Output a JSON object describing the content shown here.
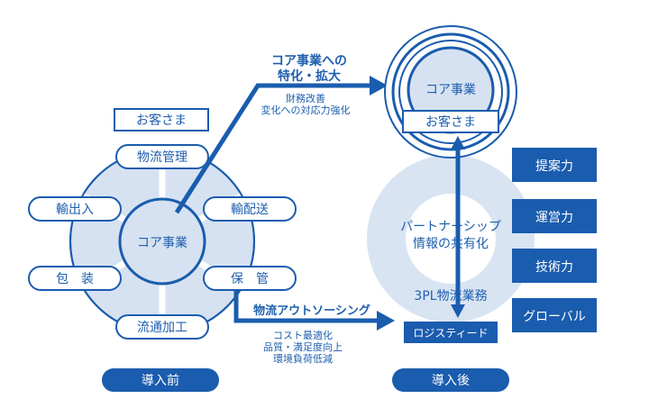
{
  "colors": {
    "primary": "#1a5cae",
    "light_fill": "#d6e2f1",
    "ring_fill": "#d9e4f2",
    "white": "#ffffff"
  },
  "before": {
    "label": "導入前",
    "customer": "お客さま",
    "core": "コア事業",
    "ring_items": [
      "物流管理",
      "輸配送",
      "保　管",
      "流通加工",
      "包　装",
      "輸出入"
    ]
  },
  "after": {
    "label": "導入後",
    "core": "コア事業",
    "customer": "お客さま",
    "partnership_line1": "パートナーシップ",
    "partnership_line2": "情報の共有化",
    "service": "3PL物流業務",
    "provider": "ロジスティード",
    "strengths": [
      "提案力",
      "運営力",
      "技術力",
      "グローバル"
    ]
  },
  "arrows": {
    "upper": {
      "title_line1": "コア事業への",
      "title_line2": "特化・拡大",
      "note_line1": "財務改善",
      "note_line2": "変化への対応力強化"
    },
    "lower": {
      "title": "物流アウトソーシング",
      "note_line1": "コスト最適化",
      "note_line2": "品質・満足度向上",
      "note_line3": "環境負荷低減"
    }
  }
}
